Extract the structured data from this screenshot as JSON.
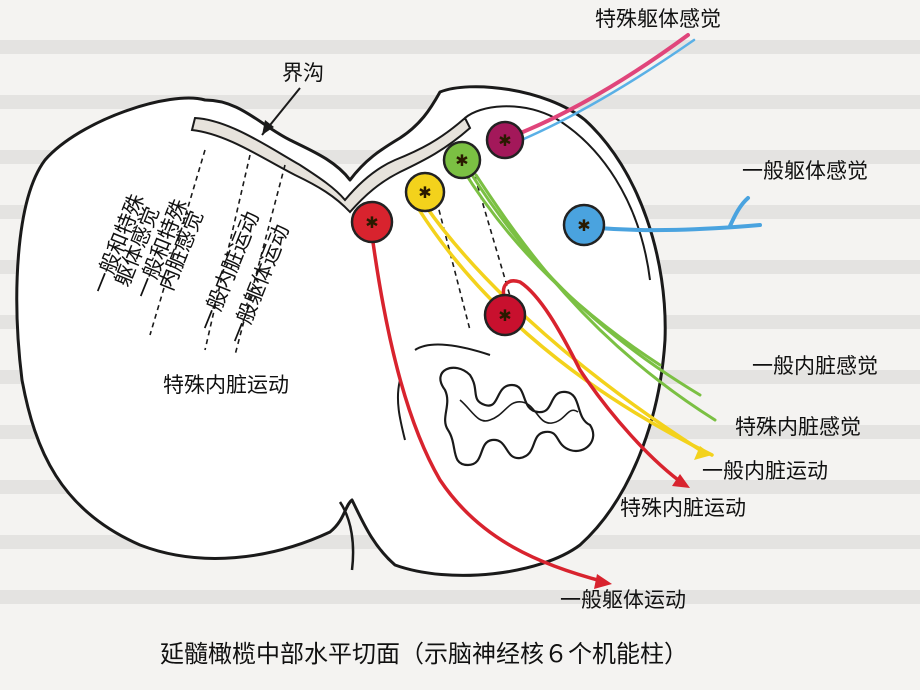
{
  "caption": "延髓橄榄中部水平切面（示脑神经核６个机能柱）",
  "labels": {
    "sulcus": "界沟",
    "left_col_1": "一般和特殊",
    "left_col_2": "躯体感觉",
    "left_col_3": "一般和特殊",
    "left_col_4": "内脏感觉",
    "left_col_5": "一般内脏运动",
    "left_col_6": "一般躯体运动",
    "left_bottom": "特殊内脏运动",
    "special_somatic_sensory": "特殊躯体感觉",
    "general_somatic_sensory": "一般躯体感觉",
    "general_visceral_sensory": "一般内脏感觉",
    "special_visceral_sensory": "特殊内脏感觉",
    "general_visceral_motor": "一般内脏运动",
    "special_visceral_motor": "特殊内脏运动",
    "general_somatic_motor": "一般躯体运动"
  },
  "colors": {
    "red": "#d8232e",
    "yellow": "#f3d21c",
    "green": "#7bc043",
    "purple": "#a3185a",
    "blue": "#4aa3df",
    "crimson": "#c8102e",
    "paper": "#f4f3f1"
  }
}
